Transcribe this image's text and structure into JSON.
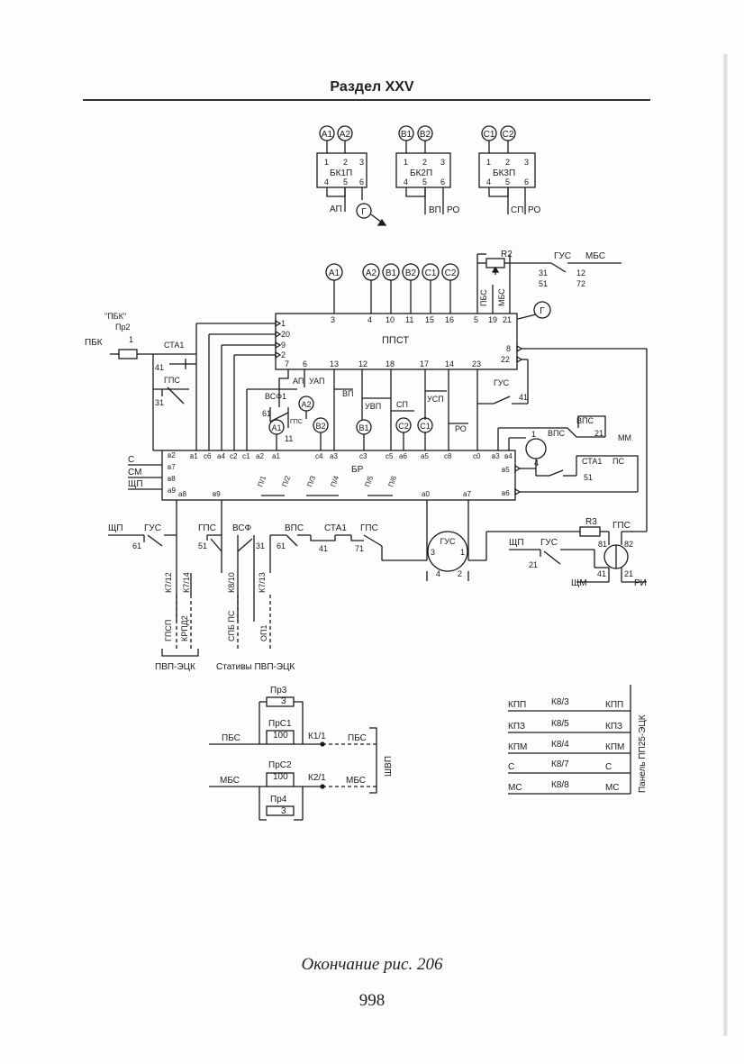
{
  "header": {
    "section": "Раздел XXV"
  },
  "blocks": {
    "bk1p": {
      "name": "БК1П",
      "top_circles": [
        "А1",
        "А2"
      ],
      "pins_top": [
        "1",
        "2",
        "3"
      ],
      "pins_bottom": [
        "4",
        "5",
        "6"
      ],
      "outs": [
        "АП"
      ]
    },
    "bk2p": {
      "name": "БК2П",
      "top_circles": [
        "В1",
        "В2"
      ],
      "pins_top": [
        "1",
        "2",
        "3"
      ],
      "pins_bottom": [
        "4",
        "5",
        "6"
      ],
      "outs": [
        "ВП",
        "РО"
      ]
    },
    "bk3p": {
      "name": "БК3П",
      "top_circles": [
        "С1",
        "С2"
      ],
      "pins_top": [
        "1",
        "2",
        "3"
      ],
      "pins_bottom": [
        "4",
        "5",
        "6"
      ],
      "outs": [
        "СП",
        "РО"
      ]
    },
    "g_label": "Г"
  },
  "ppst": {
    "name": "ППСТ",
    "top_circles": [
      "А1",
      "А2",
      "В1",
      "В2",
      "С1",
      "С2"
    ],
    "top_pins": [
      "3",
      "4",
      "10",
      "11",
      "15",
      "16",
      "5",
      "19",
      "21"
    ],
    "left_pins": [
      "1",
      "20",
      "9",
      "2"
    ],
    "right_pins": [
      "8",
      "22"
    ],
    "bottom_pins": [
      "7",
      "6",
      "13",
      "12",
      "18",
      "17",
      "14",
      "23"
    ],
    "r2": "R2",
    "pbs": "ПБС",
    "mbs": "МБС",
    "gus": "ГУС",
    "gus_top_labels": [
      "31",
      "51",
      "12",
      "72"
    ],
    "mbs_right": "МБС"
  },
  "middle": {
    "labels_ap_uap": [
      "АП",
      "УАП"
    ],
    "vp": "ВП",
    "uvp": "УВП",
    "sp": "СП",
    "usp": "УСП",
    "ro": "РО",
    "vsf1": "ВСФ1",
    "gps_small": "ГПС",
    "vsf_pin": "61",
    "circles": [
      "А2",
      "А1",
      "В2",
      "В1",
      "С2",
      "С1"
    ],
    "circle_pin": "11",
    "gus41": "ГУС",
    "gus41_pin": "41",
    "vps_top": "ВПС",
    "vps_top_pin": "1",
    "vps_top_bot": "4",
    "vps_contact": "ВПС",
    "vps_contact_pin": "21",
    "mm": "ММ",
    "sta1": "СТА1",
    "ps": "ПС",
    "sta1_pin": "51"
  },
  "left": {
    "pbk_quoted": "\"ПБК\"",
    "pr2": "Пр2",
    "pr2_val": "1",
    "pbk": "ПБК",
    "sta1": "СТА1",
    "sta1_pin": "41",
    "gps": "ГПС",
    "gps_pin": "31",
    "s": "С",
    "sm": "СМ",
    "shp": "ЩП"
  },
  "br": {
    "name": "БР",
    "top_pins": [
      "в1",
      "с6",
      "а4",
      "с2",
      "с1",
      "а2",
      "а1",
      "с4",
      "а3",
      "с3",
      "с5",
      "а6",
      "а5",
      "с8",
      "с0",
      "в3",
      "в4"
    ],
    "left_pins": [
      "в2",
      "в7",
      "в8",
      "а9"
    ],
    "right_pins": [
      "в5",
      "в6"
    ],
    "bottom_pins": [
      "а8",
      "в9",
      "а0",
      "а7"
    ],
    "switches": [
      "П/1",
      "П/2",
      "П/3",
      "П/4",
      "П/5",
      "П/6"
    ]
  },
  "bottom": {
    "shp": "ЩП",
    "gus": "ГУС",
    "gus_pin": "61",
    "gps": "ГПС",
    "gps_pin": "51",
    "vsf": "ВСФ",
    "vsf_pin": "31",
    "vps": "ВПС",
    "vps_pin": "61",
    "sta1": "СТА1",
    "sta1_pin": "41",
    "gps2": "ГПС",
    "gps2_pin": "71",
    "gus_coil": "ГУС",
    "gus_coil_pins": [
      "3",
      "1",
      "4",
      "2"
    ],
    "wires": [
      "К7/12",
      "К7/14",
      "К8/10",
      "К7/13"
    ],
    "wire_ends": [
      "ГПСП",
      "КРПД2",
      "СПБ ПС",
      "ОП1"
    ],
    "pvp": "ПВП-ЭЦК",
    "stativy": "Стативы ПВП-ЭЦК",
    "r3": "R3",
    "gps3": "ГПС",
    "shp2": "ЩП",
    "gus2": "ГУС",
    "gus2_pin": "21",
    "coil_pins": [
      "81",
      "82",
      "41",
      "21"
    ],
    "shm": "ЩМ",
    "ri": "РИ"
  },
  "fuses": {
    "pr3": "Пр3",
    "pr3_val": "3",
    "prs1": "ПрС1",
    "prs1_val": "100",
    "pbs_left": "ПБС",
    "k11": "К1/1",
    "pbs_right": "ПБС",
    "prs2": "ПрС2",
    "prs2_val": "100",
    "mbs_left": "МБС",
    "k21": "К2/1",
    "mbs_right": "МБС",
    "pr4": "Пр4",
    "pr4_val": "3",
    "shvp": "ШВП"
  },
  "panel": {
    "rows": [
      {
        "left": "КПП",
        "mid": "К8/3",
        "right": "КПП"
      },
      {
        "left": "КПЗ",
        "mid": "К8/5",
        "right": "КПЗ"
      },
      {
        "left": "КПМ",
        "mid": "К8/4",
        "right": "КПМ"
      },
      {
        "left": "С",
        "mid": "К8/7",
        "right": "С"
      },
      {
        "left": "МС",
        "mid": "К8/8",
        "right": "МС"
      }
    ],
    "title": "Панель ПП25-ЭЦК"
  },
  "footer": {
    "caption": "Окончание рис. 206",
    "page_number": "998"
  }
}
